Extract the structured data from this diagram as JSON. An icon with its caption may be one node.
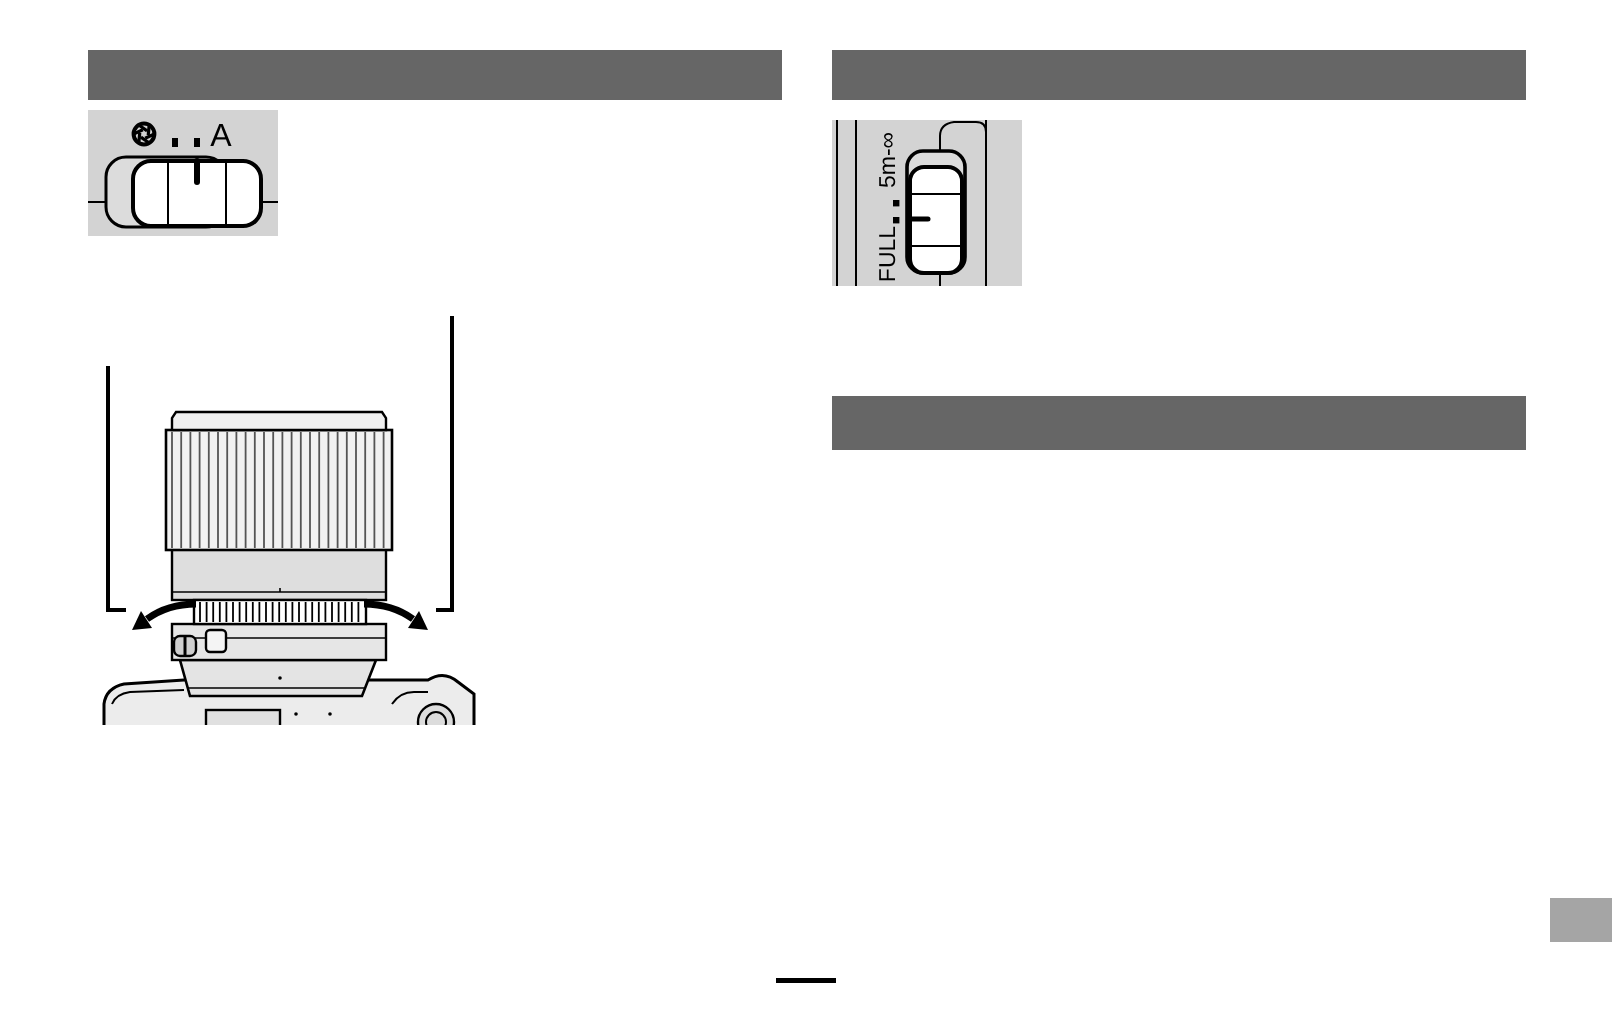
{
  "diagram": {
    "labels": [
      "A",
      "FULL",
      "5m-∞"
    ]
  }
}
